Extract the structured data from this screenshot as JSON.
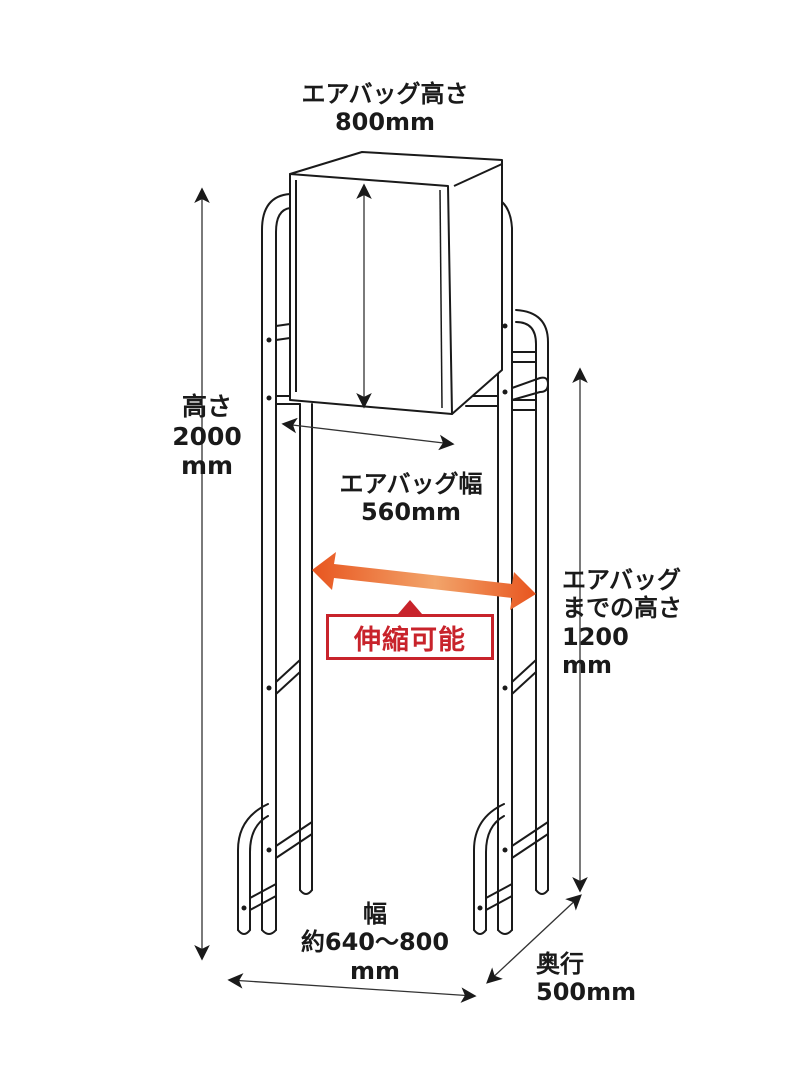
{
  "labels": {
    "airbag_height": {
      "title": "エアバッグ高さ",
      "value": "800mm"
    },
    "total_height": {
      "title": "高さ",
      "value": "2000",
      "unit": "mm"
    },
    "airbag_width": {
      "title": "エアバッグ幅",
      "value": "560mm"
    },
    "adjustable": {
      "text": "伸縮可能"
    },
    "height_to_airbag": {
      "title_line1": "エアバッグ",
      "title_line2": "までの高さ",
      "value": "1200",
      "unit": "mm"
    },
    "width": {
      "title": "幅",
      "value": "約640～800",
      "unit": "mm"
    },
    "depth": {
      "title": "奥行",
      "value": "500mm"
    }
  },
  "colors": {
    "line": "#1a1a1a",
    "accent_red": "#c8232b",
    "arrow_orange_start": "#e8551f",
    "arrow_orange_mid": "#f2a46a",
    "background": "#ffffff"
  }
}
